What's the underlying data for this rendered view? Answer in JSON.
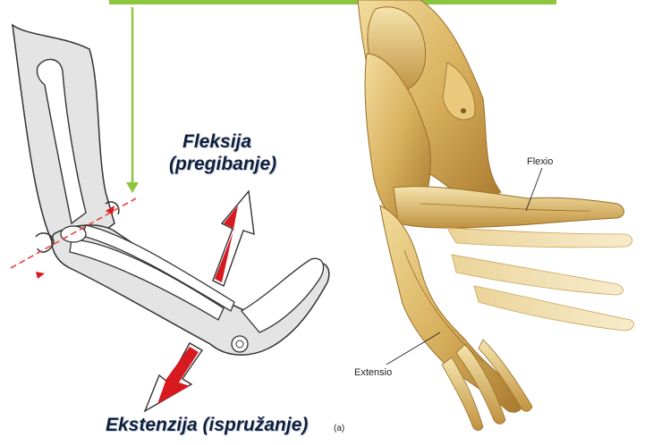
{
  "left_panel": {
    "flexion_label_line1": "Fleksija",
    "flexion_label_line2": "(pregibanje)",
    "extension_label": "Ekstenzija (ispružanje)"
  },
  "right_panel": {
    "flexion_label": "Flexio",
    "extension_label": "Extensio",
    "panel_letter": "(a)"
  },
  "colors": {
    "pointer_arrow": "#8cc63f",
    "motion_arrow": "#d71920",
    "axis_line": "#e8453c",
    "muscle": "#d7b15e",
    "bone": "#ffffff",
    "limb_outline": "#333333"
  }
}
